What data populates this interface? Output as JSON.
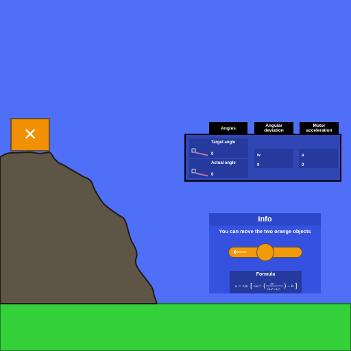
{
  "scene": {
    "sky_color": "#4f6ff7",
    "ground_color": "#34d13a",
    "hill_color": "#5e5546",
    "orange_color": "#f18f05",
    "remove_symbol": "✕"
  },
  "angles_panel": {
    "tabs": [
      "Angles",
      "Angular deviation",
      "Motor acceleration"
    ],
    "target_label": "Target angle",
    "target_value": "0",
    "actual_label": "Actual angle",
    "actual_value": "0",
    "deviation_rows": [
      "w",
      "0"
    ],
    "motor_rows": [
      "a",
      "0"
    ]
  },
  "info": {
    "title": "Info",
    "message": "You can move the two orange objects",
    "slider_icon": "arrow-left-icon",
    "formula_title": "Formula",
    "formula_text": "a = 1/k [ cos⁻¹( ... / √(...) ) − θ ]"
  }
}
